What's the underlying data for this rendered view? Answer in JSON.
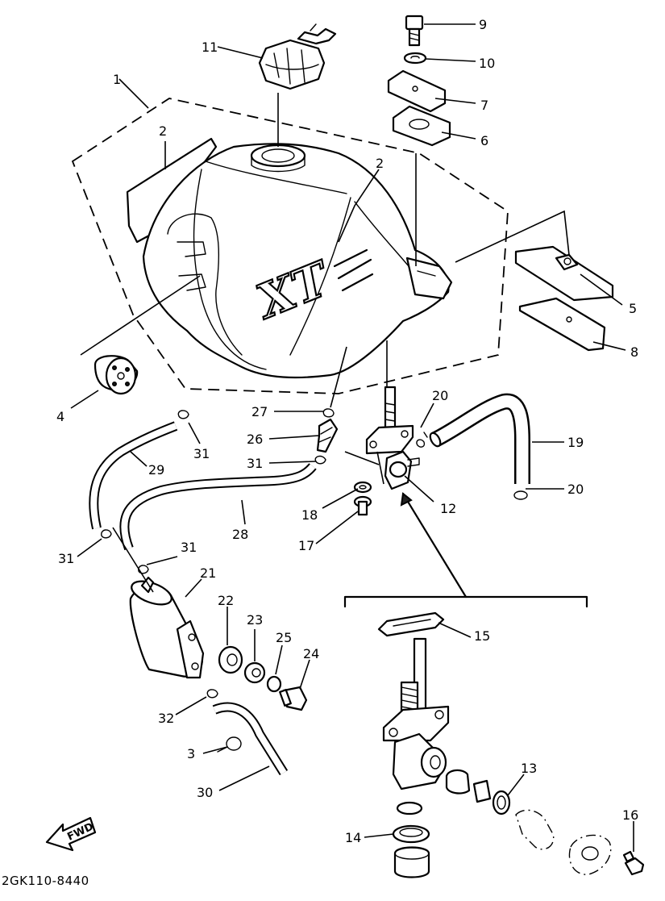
{
  "diagram": {
    "tank_logo": "XT",
    "fwd_label": "FWD",
    "drawing_code": "2GK110-8440",
    "callouts": [
      {
        "id": "c1",
        "text": "1"
      },
      {
        "id": "c2a",
        "text": "2"
      },
      {
        "id": "c2b",
        "text": "2"
      },
      {
        "id": "c3",
        "text": "3"
      },
      {
        "id": "c4",
        "text": "4"
      },
      {
        "id": "c5",
        "text": "5"
      },
      {
        "id": "c6",
        "text": "6"
      },
      {
        "id": "c7",
        "text": "7"
      },
      {
        "id": "c8",
        "text": "8"
      },
      {
        "id": "c9",
        "text": "9"
      },
      {
        "id": "c10",
        "text": "10"
      },
      {
        "id": "c11",
        "text": "11"
      },
      {
        "id": "c12",
        "text": "12"
      },
      {
        "id": "c13",
        "text": "13"
      },
      {
        "id": "c14",
        "text": "14"
      },
      {
        "id": "c15",
        "text": "15"
      },
      {
        "id": "c16",
        "text": "16"
      },
      {
        "id": "c17",
        "text": "17"
      },
      {
        "id": "c18",
        "text": "18"
      },
      {
        "id": "c19",
        "text": "19"
      },
      {
        "id": "c20a",
        "text": "20"
      },
      {
        "id": "c20b",
        "text": "20"
      },
      {
        "id": "c21",
        "text": "21"
      },
      {
        "id": "c22",
        "text": "22"
      },
      {
        "id": "c23",
        "text": "23"
      },
      {
        "id": "c24",
        "text": "24"
      },
      {
        "id": "c25",
        "text": "25"
      },
      {
        "id": "c26",
        "text": "26"
      },
      {
        "id": "c27",
        "text": "27"
      },
      {
        "id": "c28",
        "text": "28"
      },
      {
        "id": "c29",
        "text": "29"
      },
      {
        "id": "c30",
        "text": "30"
      },
      {
        "id": "c31a",
        "text": "31"
      },
      {
        "id": "c31b",
        "text": "31"
      },
      {
        "id": "c31c",
        "text": "31"
      },
      {
        "id": "c31d",
        "text": "31"
      },
      {
        "id": "c32",
        "text": "32"
      }
    ]
  }
}
